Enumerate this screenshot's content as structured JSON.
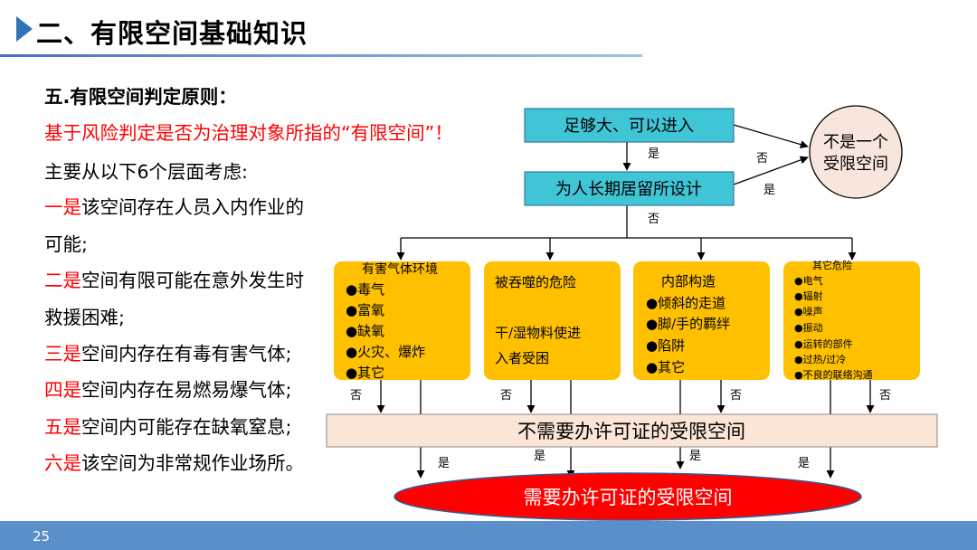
{
  "header": {
    "title": "二、有限空间基础知识"
  },
  "left": {
    "heading": "五.有限空间判定原则：",
    "subheading": "基于风险判定是否为治理对象所指的“有限空间”！",
    "intro": "主要从以下6个层面考虑:",
    "items": [
      {
        "num": "一是",
        "lines": [
          "该空间存在人员入内作业的",
          "可能;"
        ]
      },
      {
        "num": "二是",
        "lines": [
          "空间有限可能在意外发生时",
          "救援困难;"
        ]
      },
      {
        "num": "三是",
        "lines": [
          "空间内存在有毒有害气体;"
        ]
      },
      {
        "num": "四是",
        "lines": [
          "空间内存在易燃易爆气体;"
        ]
      },
      {
        "num": "五是",
        "lines": [
          "空间内可能存在缺氧窒息;"
        ]
      },
      {
        "num": "六是",
        "lines": [
          "该空间为非常规作业场所。"
        ]
      }
    ]
  },
  "flow": {
    "box_large": "足够大、可以进入",
    "box_design": "为人长期居留所设计",
    "not_confined": [
      "不是一个",
      "受限空间"
    ],
    "label_yes": "是",
    "label_no": "否",
    "hazards": [
      {
        "title": "有害气体环境",
        "items": [
          "●毒气",
          "●富氧",
          "●缺氧",
          "●火灾、爆炸",
          "●其它"
        ]
      },
      {
        "title": "被吞噬的危险",
        "items": [
          "干/湿物料使进",
          "入者受困"
        ]
      },
      {
        "title": "内部构造",
        "items": [
          "●倾斜的走道",
          "●脚/手的羁绊",
          "●陷阱",
          "●其它"
        ]
      },
      {
        "title": "其它危险",
        "items": [
          "●电气",
          "●辐射",
          "●噪声",
          "●振动",
          "●运转的部件",
          "●过热/过冷",
          "●不良的联络沟通"
        ]
      }
    ],
    "no_permit": "不需要办许可证的受限空间",
    "permit": "需要办许可证的受限空间"
  },
  "footer": {
    "page_number": "25"
  },
  "colors": {
    "accent_blue": "#2e75b6",
    "flow_box": "#3fc5d6",
    "hazard_box": "#ffc000",
    "permit_oval": "#ff0000",
    "no_permit_box": "#fbe5d6",
    "not_confined_circle": "#f8e6dc",
    "red_text": "#ff0000"
  }
}
